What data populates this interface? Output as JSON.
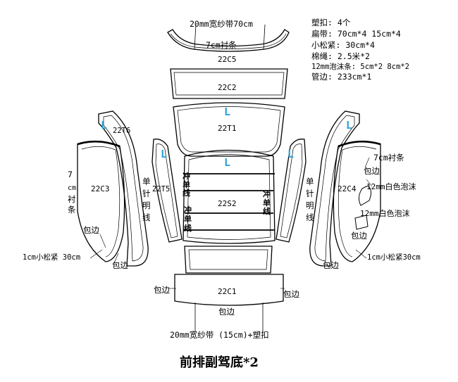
{
  "notes": {
    "line1": "塑扣: 4个",
    "line2": "扁带: 70cm*4  15cm*4",
    "line3": "小松紧: 30cm*4",
    "line4": "棉绳: 2.5米*2",
    "line5": "12mm泡沫条: 5cm*2  8cm*2",
    "line6": "管边: 233cm*1"
  },
  "labels": {
    "top_band": "20mm宽纱带70cm",
    "top_liner": "7cm衬条",
    "c5": "22C5",
    "c2": "22C2",
    "t1": "22T1",
    "t6": "22T6",
    "c3": "22C3",
    "t5": "22T5",
    "s2": "22S2",
    "c4": "22C4",
    "c1": "22C1",
    "L": "L",
    "left_liner_vertical": [
      "7",
      "cm",
      "衬",
      "条"
    ],
    "right_liner": "7cm衬条",
    "sew_single_line": [
      "单",
      "针",
      "明",
      "线"
    ],
    "punch_single_line": [
      "冲",
      "单",
      "线"
    ],
    "binding": "包边",
    "left_elastic": "1cm小松紧 30cm",
    "right_elastic": "1cm小松紧30cm",
    "foam_white": "12mm白色泡沫",
    "bottom_band": "20mm宽纱带 (15cm)+塑扣",
    "title": "前排副驾底*2"
  },
  "colors": {
    "line": "#000000",
    "accent_L": "#2aa3d8"
  }
}
